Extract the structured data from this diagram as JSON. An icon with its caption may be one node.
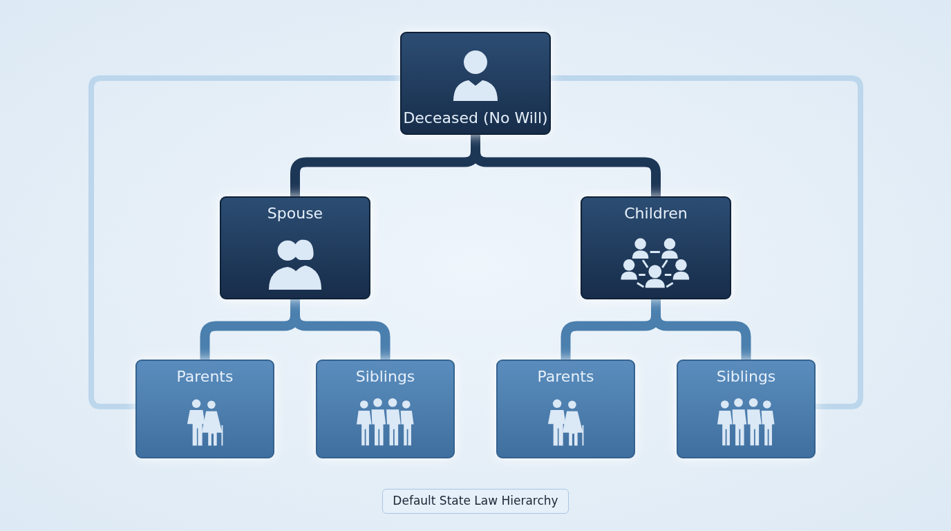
{
  "diagram": {
    "caption": "Default State Law Hierarchy",
    "nodes": [
      {
        "text": [
          "Deceased (No Will)"
        ]
      },
      {
        "text": [
          "Spouse"
        ]
      },
      {
        "text": [
          "Children"
        ]
      },
      {
        "text": [
          "Parents"
        ]
      },
      {
        "text": [
          "Siblings"
        ]
      },
      {
        "text": [
          "Parents"
        ]
      },
      {
        "text": [
          "Siblings"
        ]
      }
    ],
    "edges": [
      {
        "from": 0,
        "to": 1,
        "arrow": "none",
        "color": "#1c3656"
      },
      {
        "from": 0,
        "to": 2,
        "arrow": "none",
        "color": "#1c3656"
      },
      {
        "from": 1,
        "to": 3,
        "arrow": "none"
      },
      {
        "from": 1,
        "to": 4,
        "arrow": "none"
      },
      {
        "from": 2,
        "to": 5,
        "arrow": "none"
      },
      {
        "from": 2,
        "to": 6,
        "arrow": "none"
      },
      {
        "from": 0,
        "to": 3,
        "arrow": "none",
        "color": "#bcd6ec"
      },
      {
        "from": 0,
        "to": 6,
        "arrow": "none",
        "color": "#bcd6ec"
      }
    ]
  }
}
